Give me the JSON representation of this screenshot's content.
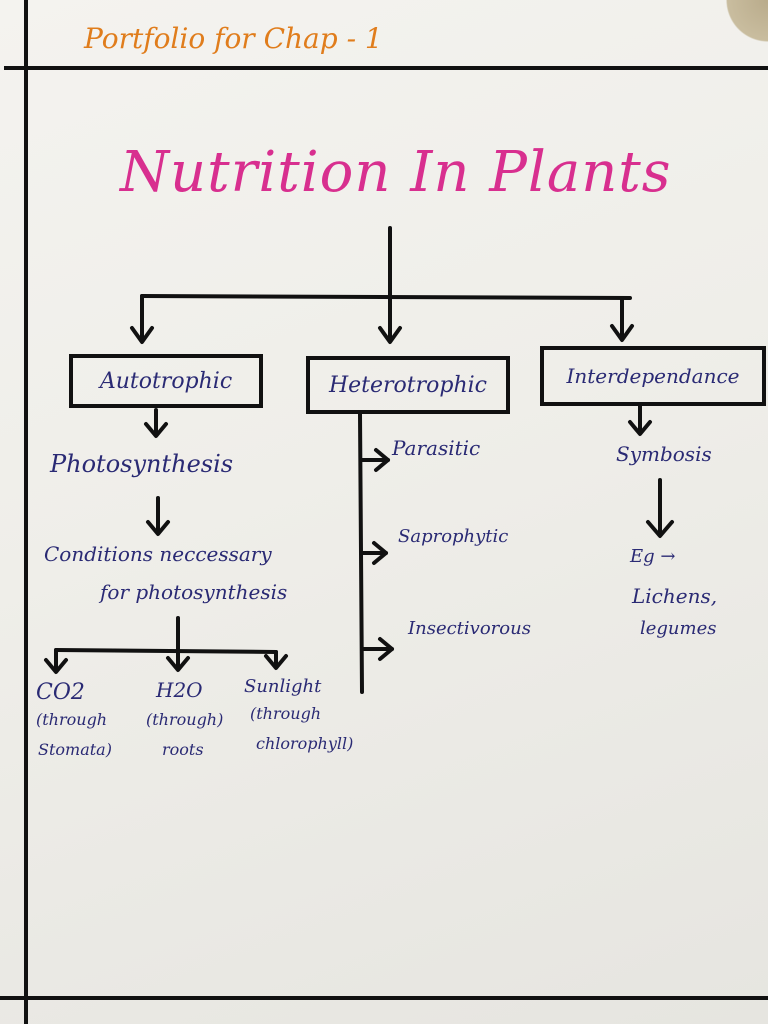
{
  "page": {
    "header": "Portfolio for Chap - 1",
    "title": "Nutrition In Plants"
  },
  "branches": {
    "autotrophic": {
      "label": "Autotrophic",
      "process": "Photosynthesis",
      "conditions": "Conditions neccessary for photosynthesis",
      "conditions_line1": "Conditions neccessary",
      "conditions_line2": "for photosynthesis",
      "requirements": [
        {
          "name": "CO2",
          "note": "(through Stomata)",
          "note_line1": "(through",
          "note_line2": "Stomata)"
        },
        {
          "name": "H2O",
          "note": "(through roots)",
          "note_line1": "(through)",
          "note_line2": "roots"
        },
        {
          "name": "Sunlight",
          "note": "(through chlorophyll)",
          "note_line1": "(through",
          "note_line2": "chlorophyll)"
        }
      ]
    },
    "heterotrophic": {
      "label": "Heterotrophic",
      "types": [
        "Parasitic",
        "Saprophytic",
        "Insectivorous"
      ]
    },
    "interdependance": {
      "label": "Interdependance",
      "example_of": "Symbosis",
      "example_prefix": "Eg →",
      "examples": [
        "Lichens,",
        "legumes"
      ]
    }
  },
  "colors": {
    "title_pink": "#d82f8f",
    "header_orange": "#e07d1c",
    "ink_blue": "#2a2a74",
    "marker_black": "#111111"
  }
}
